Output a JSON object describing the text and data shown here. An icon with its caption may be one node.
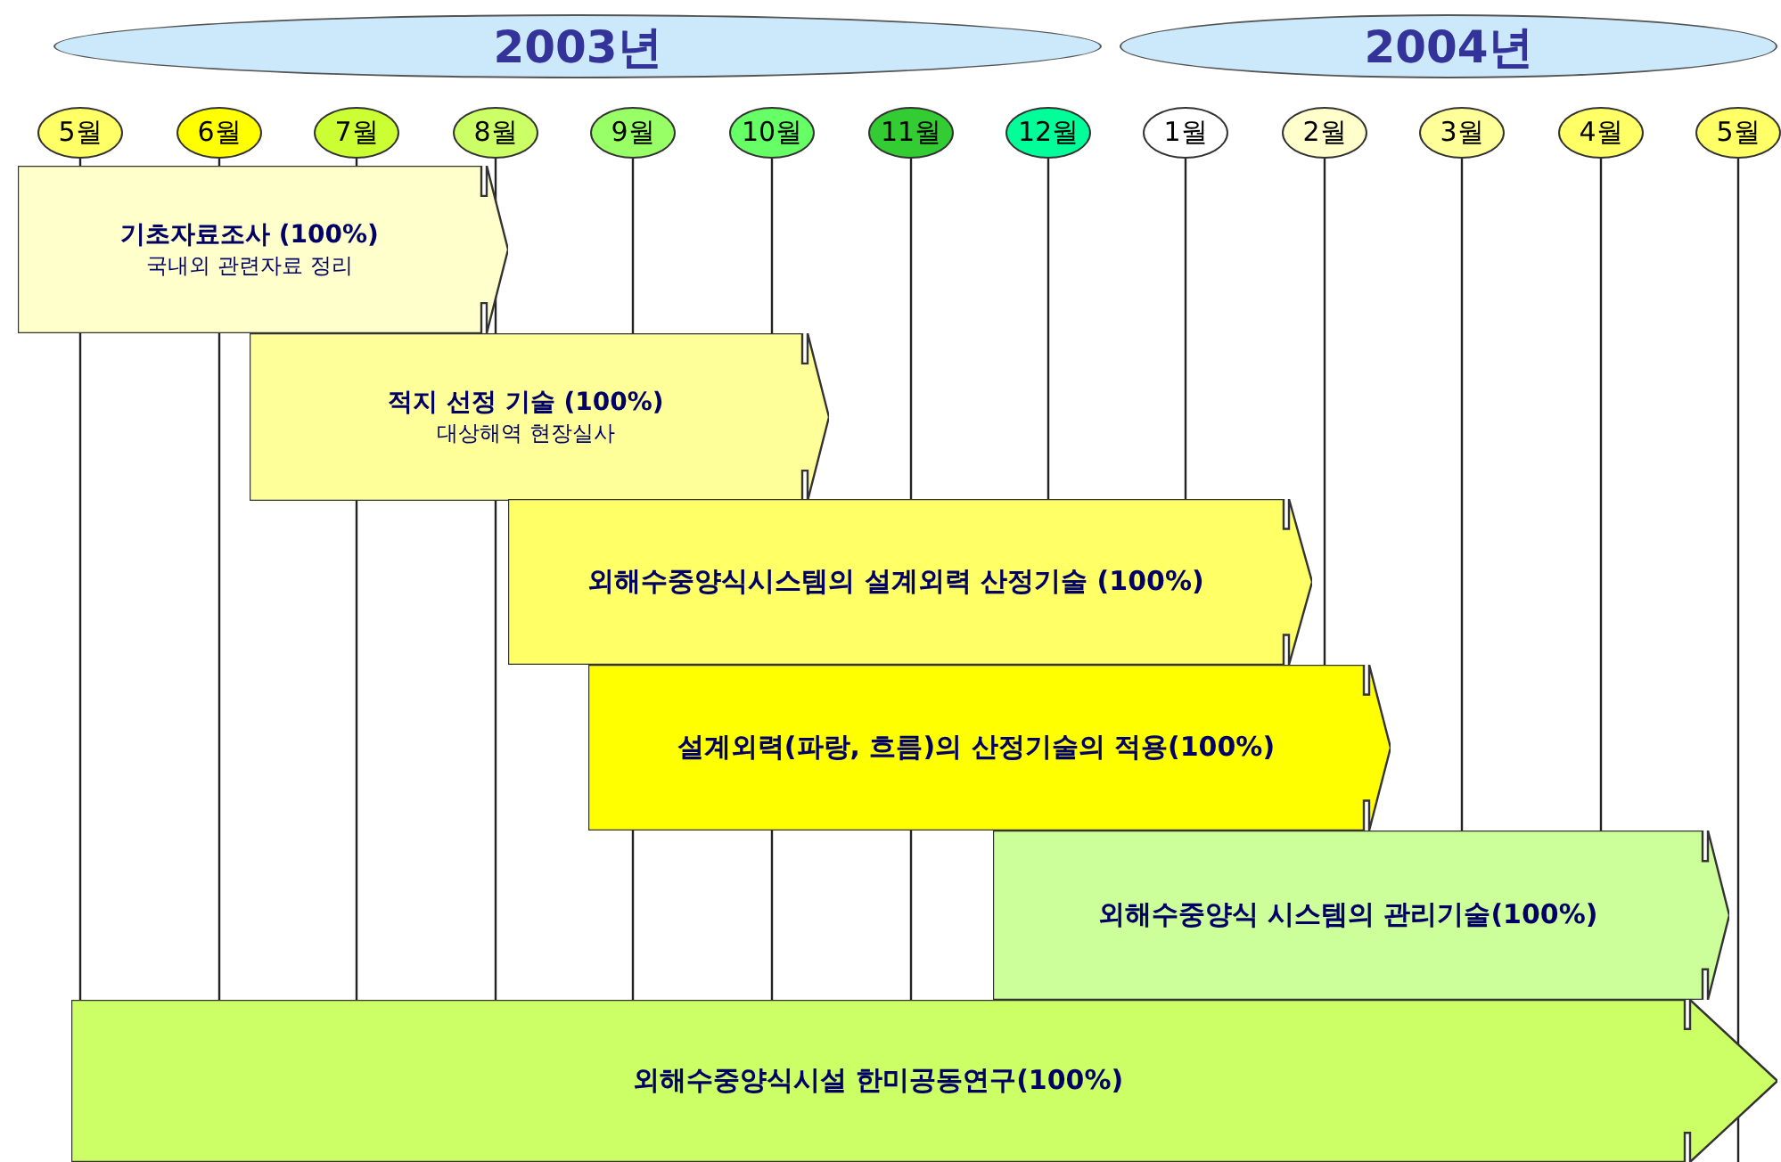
{
  "diagram": {
    "nodes": [
      {
        "text": [
          "2003년"
        ]
      },
      {
        "text": [
          "2004년"
        ]
      },
      {
        "text": [
          "5월"
        ]
      },
      {
        "text": [
          "6월"
        ]
      },
      {
        "text": [
          "7월"
        ]
      },
      {
        "text": [
          "8월"
        ]
      },
      {
        "text": [
          "9월"
        ]
      },
      {
        "text": [
          "10월"
        ]
      },
      {
        "text": [
          "11월"
        ]
      },
      {
        "text": [
          "12월"
        ]
      },
      {
        "text": [
          "1월"
        ]
      },
      {
        "text": [
          "2월"
        ]
      },
      {
        "text": [
          "3월"
        ]
      },
      {
        "text": [
          "4월"
        ]
      },
      {
        "text": [
          "5월"
        ]
      },
      {
        "text": [
          "기초자료조사 (100%)",
          "국내외 관련자료 정리"
        ]
      },
      {
        "text": [
          "적지 선정 기술 (100%)",
          "대상해역 현장실사"
        ]
      },
      {
        "text": [
          "외해수중양식시스템의 설계외력 산정기술 (100%)"
        ]
      },
      {
        "text": [
          "설계외력(파랑, 흐름)의 산정기술의 적용(100%)"
        ]
      },
      {
        "text": [
          "외해수중양식 시스템의 관리기술(100%)"
        ]
      },
      {
        "text": [
          "외해수중양식시설 한미공동연구(100%)"
        ]
      }
    ],
    "edges": []
  }
}
